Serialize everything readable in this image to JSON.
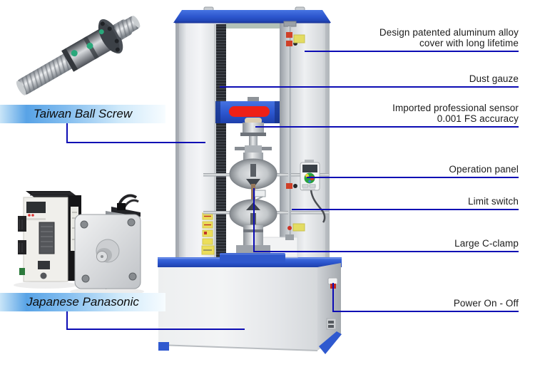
{
  "colors": {
    "line-blue": "#0c0cb4",
    "machine-blue": "#2b55cd",
    "handle-red": "#ee2017",
    "label-blue": "#58a3e6",
    "text-dark": "#1c1c1c"
  },
  "left_labels": [
    {
      "id": "ball-screw",
      "text": "Taiwan Ball Screw",
      "illustration": "ball-screw-photo"
    },
    {
      "id": "servo",
      "text": "Japanese Panasonic",
      "illustration": "panasonic-servo-photo"
    }
  ],
  "callouts": [
    {
      "id": "alloy-cover",
      "lines": [
        "Design patented aluminum alloy",
        "cover with long lifetime"
      ]
    },
    {
      "id": "dust-gauze",
      "lines": [
        "Dust gauze"
      ]
    },
    {
      "id": "sensor",
      "lines": [
        "Imported professional sensor",
        "0.001 FS accuracy"
      ]
    },
    {
      "id": "operation-panel",
      "lines": [
        "Operation panel"
      ]
    },
    {
      "id": "limit-switch",
      "lines": [
        "Limit switch"
      ]
    },
    {
      "id": "c-clamp",
      "lines": [
        "Large C-clamp"
      ]
    },
    {
      "id": "power",
      "lines": [
        "Power On - Off"
      ]
    }
  ]
}
